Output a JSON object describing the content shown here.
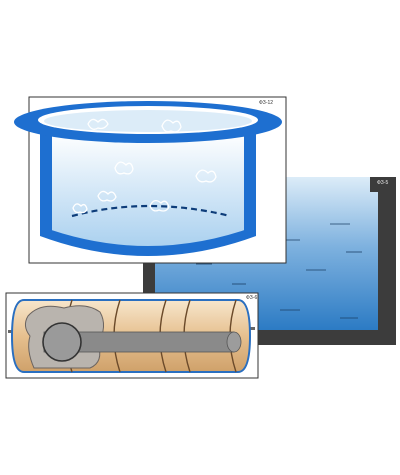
{
  "panels": [
    {
      "id": "tank",
      "code": "ФЗ-5"
    },
    {
      "id": "pool",
      "code": "ФЗ-12"
    },
    {
      "id": "tube",
      "code": "ФЗ-6"
    }
  ],
  "colors": {
    "pool_rim": "#1e6fd0",
    "water_light": "#cfe6f7",
    "water_deep": "#2c7bc4",
    "tank_frame": "#3c3c3c",
    "tube_fill": "#e8caa0",
    "tube_band": "#f3dcbc",
    "gray_core": "#8a8a8a"
  }
}
